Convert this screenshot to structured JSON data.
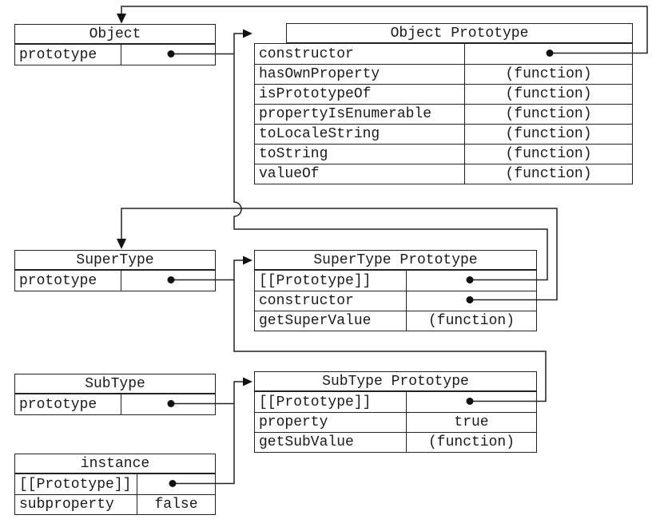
{
  "diagram": {
    "description": "JavaScript prototype chain diagram",
    "line_color": "#222222",
    "background_color": "#ffffff",
    "bullet_glyph": "●",
    "boxes": {
      "object": {
        "title": "Object",
        "rows": [
          {
            "key": "prototype",
            "value": ""
          }
        ]
      },
      "object_prototype": {
        "title": "Object Prototype",
        "rows": [
          {
            "key": "constructor",
            "value": ""
          },
          {
            "key": "hasOwnProperty",
            "value": "(function)"
          },
          {
            "key": "isPrototypeOf",
            "value": "(function)"
          },
          {
            "key": "propertyIsEnumerable",
            "value": "(function)"
          },
          {
            "key": "toLocaleString",
            "value": "(function)"
          },
          {
            "key": "toString",
            "value": "(function)"
          },
          {
            "key": "valueOf",
            "value": "(function)"
          }
        ]
      },
      "supertype": {
        "title": "SuperType",
        "rows": [
          {
            "key": "prototype",
            "value": ""
          }
        ]
      },
      "supertype_prototype": {
        "title": "SuperType Prototype",
        "rows": [
          {
            "key": "[[Prototype]]",
            "value": ""
          },
          {
            "key": "constructor",
            "value": ""
          },
          {
            "key": "getSuperValue",
            "value": "(function)"
          }
        ]
      },
      "subtype": {
        "title": "SubType",
        "rows": [
          {
            "key": "prototype",
            "value": ""
          }
        ]
      },
      "subtype_prototype": {
        "title": "SubType Prototype",
        "rows": [
          {
            "key": "[[Prototype]]",
            "value": ""
          },
          {
            "key": "property",
            "value": "true"
          },
          {
            "key": "getSubValue",
            "value": "(function)"
          }
        ]
      },
      "instance": {
        "title": "instance",
        "rows": [
          {
            "key": "[[Prototype]]",
            "value": ""
          },
          {
            "key": "subproperty",
            "value": "false"
          }
        ]
      }
    },
    "pointers": [
      {
        "from": "Object.prototype",
        "to": "Object Prototype"
      },
      {
        "from": "Object Prototype.constructor",
        "to": "Object"
      },
      {
        "from": "SuperType.prototype",
        "to": "SuperType Prototype"
      },
      {
        "from": "SuperType Prototype.[[Prototype]]",
        "to": "Object Prototype"
      },
      {
        "from": "SuperType Prototype.constructor",
        "to": "SuperType"
      },
      {
        "from": "SubType.prototype",
        "to": "SubType Prototype"
      },
      {
        "from": "SubType Prototype.[[Prototype]]",
        "to": "SuperType Prototype"
      },
      {
        "from": "instance.[[Prototype]]",
        "to": "SubType Prototype"
      }
    ]
  }
}
